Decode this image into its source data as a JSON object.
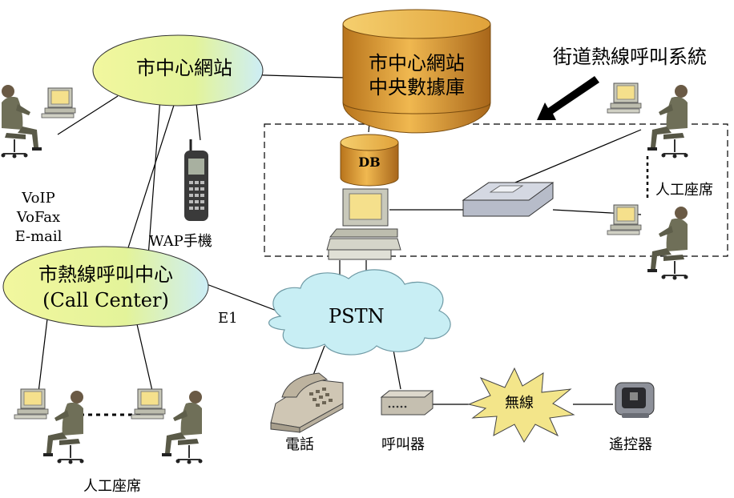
{
  "diagram": {
    "website": "市中心網站",
    "database_line1": "市中心網站",
    "database_line2": "中央數據庫",
    "db": "DB",
    "system_title": "街道熱線呼叫系統",
    "voip": "VoIP",
    "vofax": "VoFax",
    "email": "E-mail",
    "wap": "WAP手機",
    "agents_right": "人工座席",
    "callcenter_line1": "市熱線呼叫中心",
    "callcenter_line2": "(Call Center)",
    "e1": "E1",
    "pstn": "PSTN",
    "phone": "電話",
    "pager": "呼叫器",
    "wireless": "無線",
    "remote": "遙控器",
    "agents_bottom": "人工座席"
  },
  "colors": {
    "ellipse_fill": "#e3f39a",
    "ellipse_fill_2": "#cdeef6",
    "database_fill": "#e0a23a",
    "cloud_fill": "#c8eef4",
    "burst_fill": "#f3e58a",
    "device_fill": "#b7bcc9",
    "person_fill": "#6f6f58",
    "screen_fill": "#f5e08c"
  }
}
